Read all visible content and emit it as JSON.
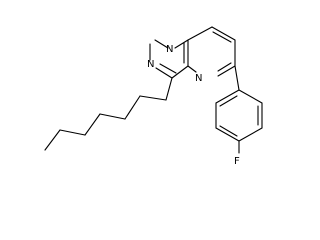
{
  "molecule": {
    "atom_labels": {
      "n1": "N",
      "n3": "N",
      "n5": "N",
      "f": "F"
    },
    "colors": {
      "bond": "#000000",
      "text": "#000000",
      "background": "#ffffff"
    }
  }
}
